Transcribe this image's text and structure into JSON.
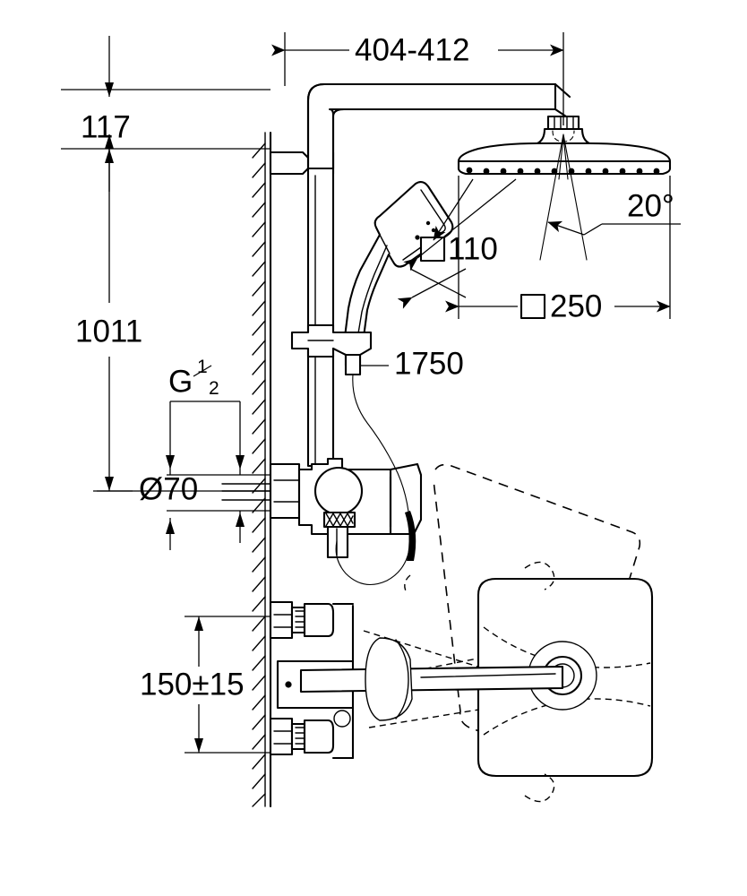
{
  "drawing": {
    "type": "technical-dimension-drawing",
    "subject": "Wall-mounted shower system with rain head, hand shower and single-lever mixer",
    "units": "mm",
    "background_color": "#ffffff",
    "line_color": "#000000"
  },
  "dimensions": {
    "projection_top": {
      "label": "404-412",
      "orientation": "horizontal",
      "description": "Wall face to shower head centre"
    },
    "offset_top": {
      "label": "117",
      "orientation": "vertical",
      "description": "Top of shower arm to wall bracket"
    },
    "height_main": {
      "label": "1011",
      "orientation": "vertical",
      "description": "Mixer centre to wall bracket"
    },
    "inlet_thread": {
      "label_main": "G",
      "label_numerator": "1",
      "label_denominator": "2",
      "description": "Inlet connection thread G 1/2"
    },
    "flange_diameter": {
      "label": "Ø70",
      "symbol": "diameter",
      "value": "70",
      "description": "Escutcheon diameter"
    },
    "inlet_spacing": {
      "label": "150±15",
      "value": "150",
      "tolerance": "15",
      "orientation": "vertical",
      "description": "Inlet centre distance"
    },
    "head_thickness": {
      "label": "110",
      "symbol": "square",
      "orientation": "vertical",
      "description": "Head shower depth"
    },
    "head_width": {
      "label": "250",
      "symbol": "square",
      "orientation": "horizontal",
      "description": "Head shower width"
    },
    "spray_angle": {
      "label": "20°",
      "value": "20",
      "unit": "degrees",
      "description": "Spray cone angle"
    },
    "hose_length": {
      "label": "1750",
      "description": "Shower hose length"
    }
  },
  "components": {
    "wall": "hatched-wall-section",
    "riser_pipe": "vertical-riser",
    "shower_arm": "curved-shower-arm",
    "head_shower": "rain-head-shower",
    "hand_shower": "hand-shower",
    "slide_bracket": "hand-shower-holder",
    "mixer": "single-lever-mixer",
    "hose": "shower-hose",
    "s_unions": "eccentric-connections",
    "detail_plate": "rotating-wall-plate-detail"
  }
}
